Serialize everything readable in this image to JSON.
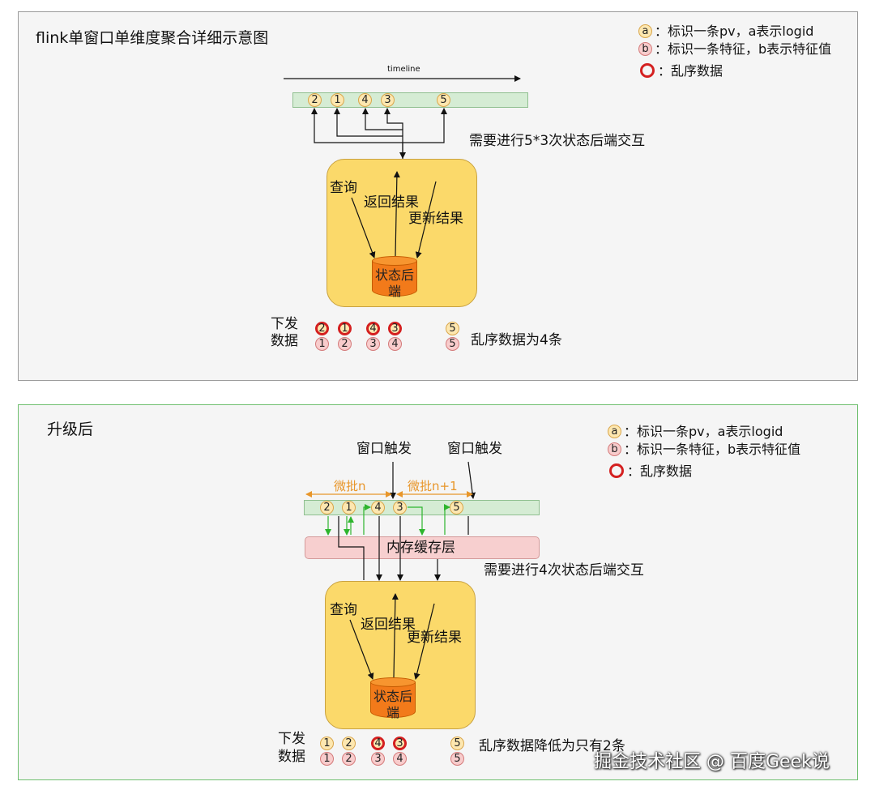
{
  "panel1": {
    "title": "flink单窗口单维度聚合详细示意图",
    "legend": {
      "pv_symbol": "a",
      "pv_text": "：标识一条pv，a表示logid",
      "feature_symbol": "b",
      "feature_text": "：标识一条特征，b表示特征值",
      "ooo_text": "：乱序数据"
    },
    "timeline_label": "timeline",
    "stream_items": [
      "2",
      "1",
      "4",
      "3",
      "5"
    ],
    "interaction_note": "需要进行5*3次状态后端交互",
    "op_query": "查询",
    "op_return": "返回结果",
    "op_update": "更新结果",
    "state_backend": "状态后端",
    "output_label_line1": "下发",
    "output_label_line2": "数据",
    "output_row1": [
      "2",
      "1",
      "4",
      "3",
      "5"
    ],
    "output_row2": [
      "1",
      "2",
      "3",
      "4",
      "5"
    ],
    "ooo_summary": "乱序数据为4条"
  },
  "panel2": {
    "title": "升级后",
    "legend": {
      "pv_symbol": "a",
      "pv_text": "：标识一条pv，a表示logid",
      "feature_symbol": "b",
      "feature_text": "：标识一条特征，b表示特征值",
      "ooo_text": "：乱序数据"
    },
    "window_trigger_1": "窗口触发",
    "window_trigger_2": "窗口触发",
    "microbatch_n": "微批n",
    "microbatch_n1": "微批n+1",
    "stream_items": [
      "2",
      "1",
      "4",
      "3",
      "5"
    ],
    "cache_layer": "内存缓存层",
    "interaction_note": "需要进行4次状态后端交互",
    "op_query": "查询",
    "op_return": "返回结果",
    "op_update": "更新结果",
    "state_backend": "状态后端",
    "output_label_line1": "下发",
    "output_label_line2": "数据",
    "output_row1": [
      "1",
      "2",
      "4",
      "3",
      "5"
    ],
    "output_row2": [
      "1",
      "2",
      "3",
      "4",
      "5"
    ],
    "ooo_summary": "乱序数据降低为只有2条"
  },
  "watermark": "掘金技术社区 @ 百度Geek说",
  "colors": {
    "pv_fill": "#fde7b0",
    "feature_fill": "#f8cccc",
    "out_of_order_ring": "#d42020",
    "stream_strip": "#d5ecd4",
    "cache_layer": "#f7cfcf",
    "operator_box": "#fbd96a",
    "state_backend": "#f27a1a",
    "microbatch_label": "#e8962a",
    "cache_arrows": "#2db52d"
  }
}
